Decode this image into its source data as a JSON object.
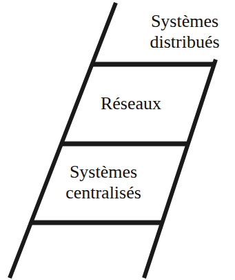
{
  "diagram": {
    "labels": [
      "Systèmes distribués",
      "Réseaux",
      "Systèmes centralisés"
    ]
  }
}
